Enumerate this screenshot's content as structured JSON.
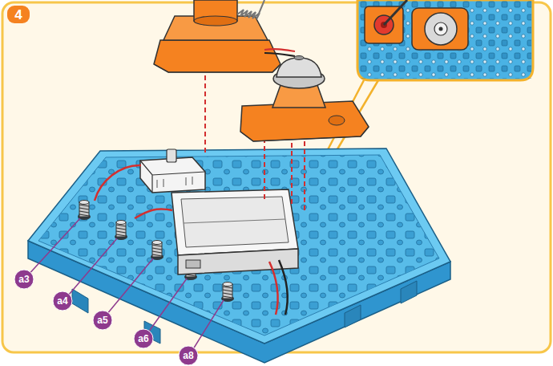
{
  "diagram": {
    "nodes": [
      {
        "text": [
          "4"
        ]
      },
      {
        "text": [
          "a3"
        ]
      },
      {
        "text": [
          "a4"
        ]
      },
      {
        "text": [
          "a5"
        ]
      },
      {
        "text": [
          "a6"
        ]
      },
      {
        "text": [
          "a8"
        ]
      }
    ]
  }
}
